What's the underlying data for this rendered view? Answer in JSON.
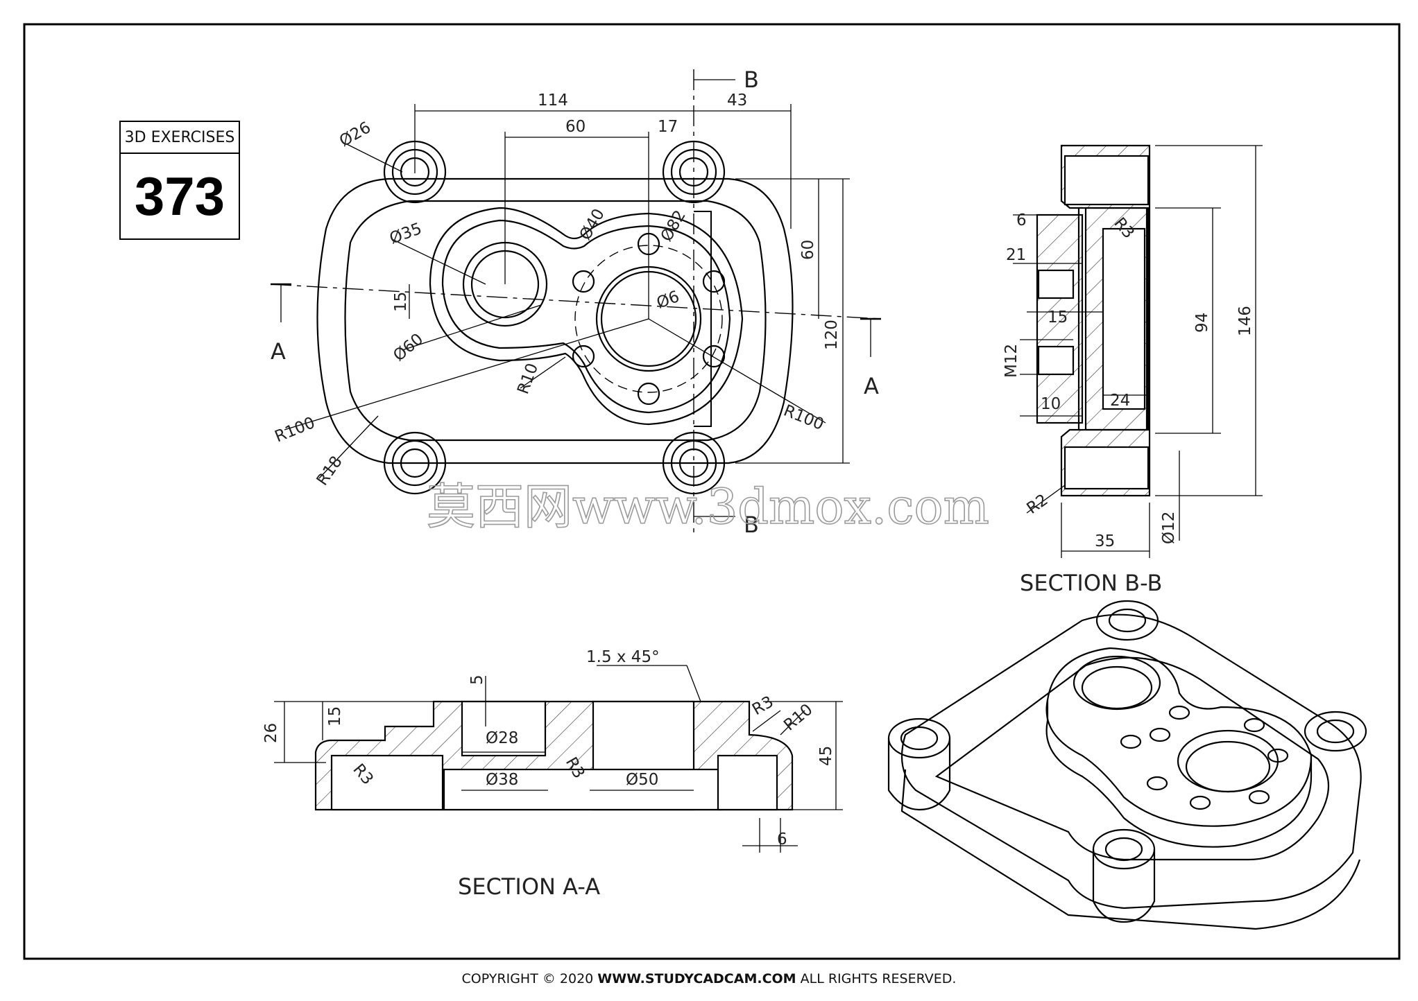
{
  "title_block": {
    "label": "3D EXERCISES",
    "number": "373"
  },
  "footer": {
    "prefix": "COPYRIGHT © 2020 ",
    "site": "WWW.STUDYCADCAM.COM",
    "suffix": " ALL RIGHTS RESERVED."
  },
  "watermark": "莫西网www.3dmox.com",
  "views": {
    "top": {
      "cut_labels": {
        "b_top": "B",
        "b_bottom": "B",
        "a_left": "A",
        "a_right": "A"
      },
      "dims": [
        "114",
        "43",
        "60",
        "17",
        "Ø26",
        "Ø35",
        "Ø40",
        "Ø82",
        "Ø6",
        "15",
        "Ø60",
        "R10",
        "R100",
        "R100",
        "R18",
        "60",
        "120"
      ]
    },
    "section_bb": {
      "title": "SECTION B-B",
      "dims": [
        "6",
        "R3",
        "21",
        "15",
        "M12",
        "10",
        "24",
        "94",
        "146",
        "R2",
        "35",
        "Ø12"
      ]
    },
    "section_aa": {
      "title": "SECTION A-A",
      "dims": [
        "1.5 x 45°",
        "5",
        "26",
        "15",
        "R3",
        "R10",
        "Ø28",
        "R3",
        "R3",
        "Ø38",
        "Ø50",
        "45",
        "6"
      ]
    }
  }
}
